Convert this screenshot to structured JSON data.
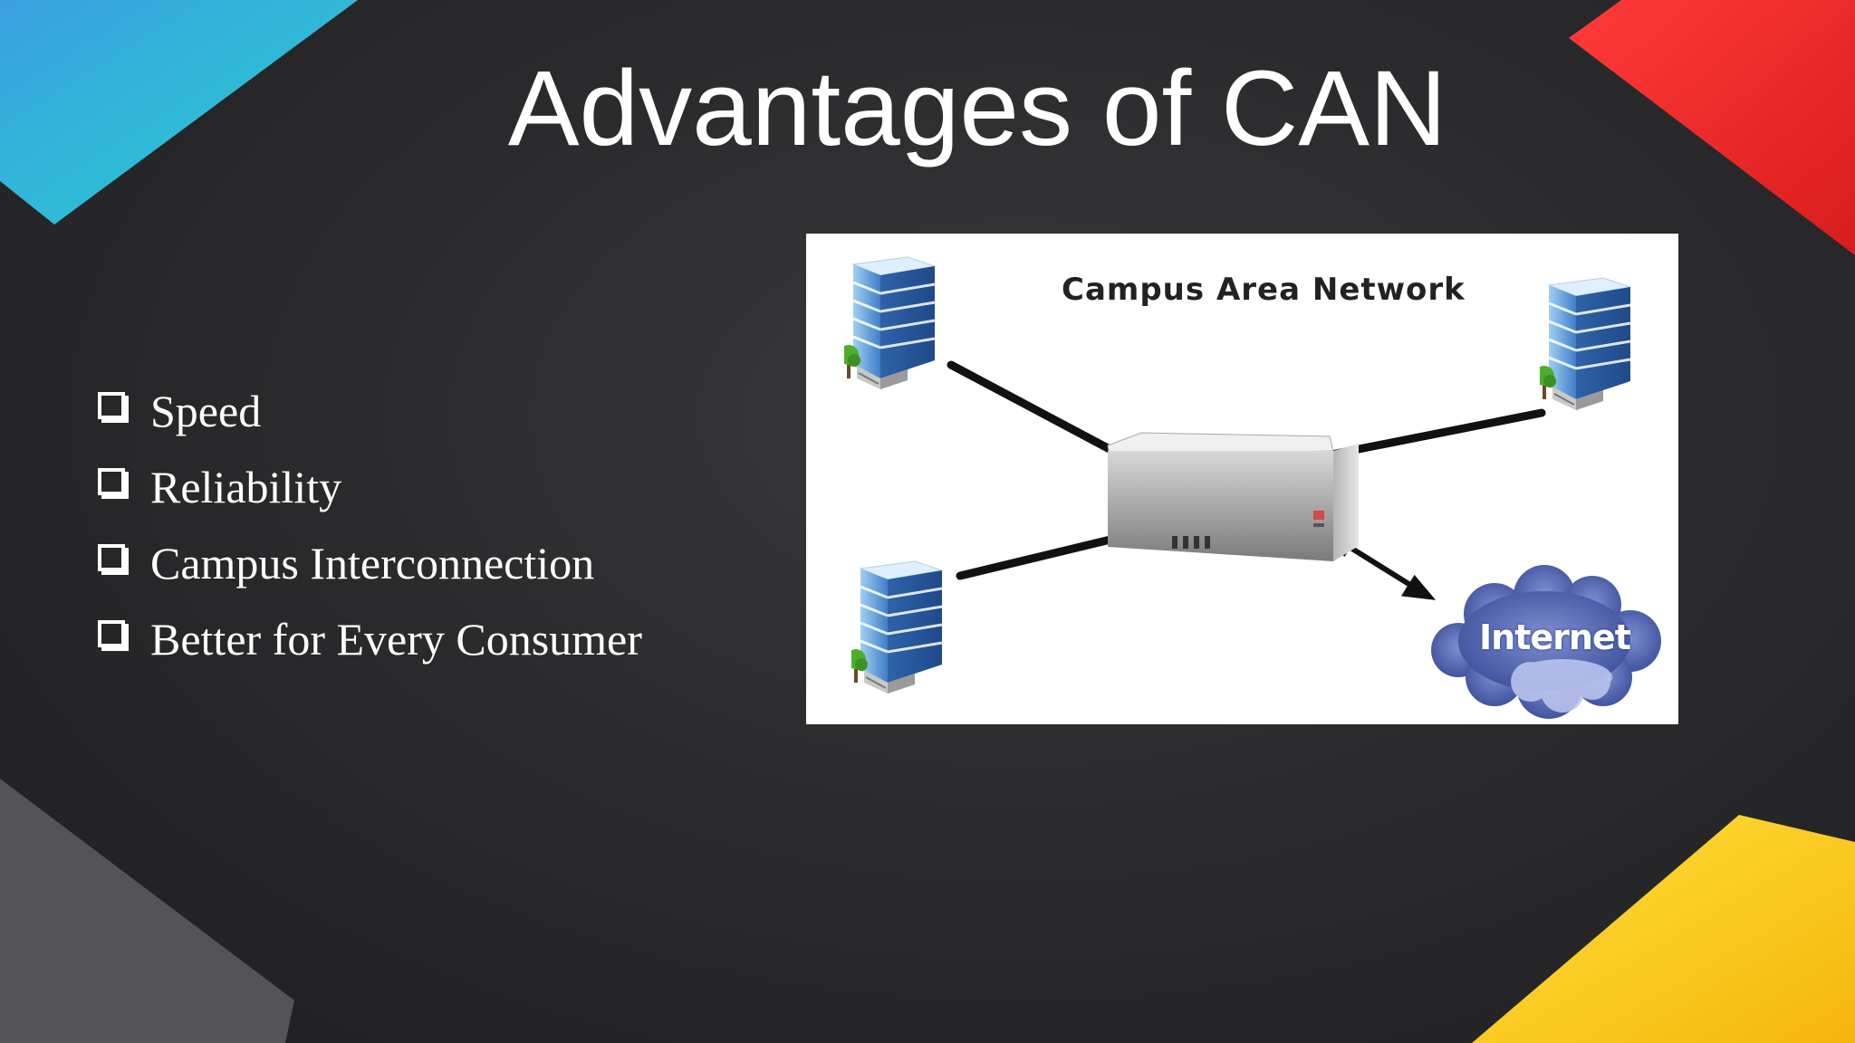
{
  "slide": {
    "title": "Advantages of CAN",
    "bullets": [
      {
        "label": "Speed"
      },
      {
        "label": "Reliability"
      },
      {
        "label": "Campus Interconnection"
      },
      {
        "label": "Better for Every Consumer"
      }
    ]
  },
  "diagram": {
    "title": "Campus Area Network",
    "internet_label": "Internet",
    "icons": [
      "building-icon",
      "server-icon",
      "internet-cloud-icon"
    ]
  },
  "colors": {
    "background": "#2b2b2d",
    "accent_cyan": "#2ec4d6",
    "accent_red": "#f02828",
    "accent_yellow": "#f7c516",
    "accent_gray": "#5a5a5c",
    "text": "#ffffff"
  }
}
